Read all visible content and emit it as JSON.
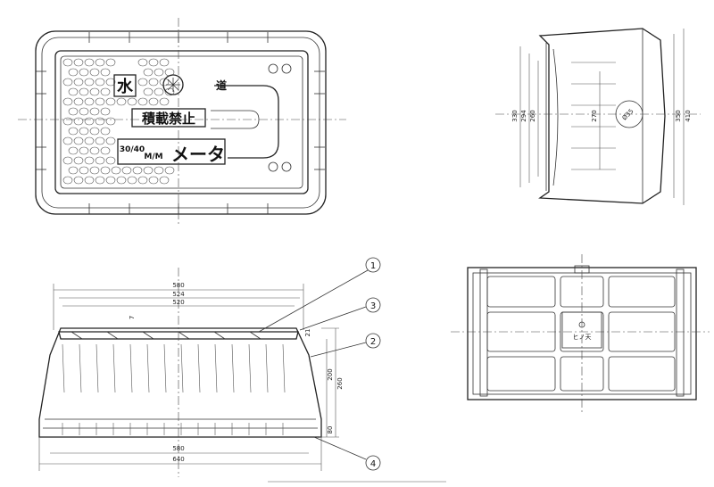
{
  "lid_plan": {
    "marking_top_left": "水",
    "marking_top_mid": "道",
    "marking_warning": "積載禁止",
    "marking_size_num": "30/40",
    "marking_size_unit": "M/M",
    "marking_meter": "メータ"
  },
  "side_view": {
    "dims": [
      "330",
      "294",
      "260",
      "270",
      "Ø35",
      "350",
      "410"
    ]
  },
  "front_view": {
    "dims": [
      "580",
      "524",
      "520",
      "7",
      "21",
      "200",
      "260",
      "80",
      "580",
      "640"
    ],
    "callouts": [
      "1",
      "2",
      "3",
      "4"
    ]
  },
  "bottom_view": {
    "label": "ヒノ天"
  }
}
